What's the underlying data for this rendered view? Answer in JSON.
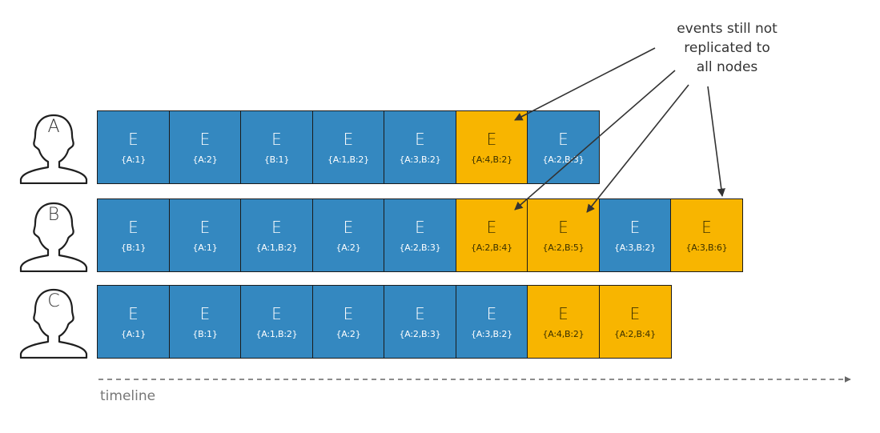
{
  "callout": {
    "lines": [
      "events still not",
      "replicated to",
      "all nodes"
    ]
  },
  "timeline_label": "timeline",
  "colors": {
    "synced": "#3488c0",
    "unreplicated": "#f8b500"
  },
  "nodes": [
    {
      "label": "A",
      "events": [
        {
          "letter": "E",
          "clock": "{A:1}",
          "state": "synced"
        },
        {
          "letter": "E",
          "clock": "{A:2}",
          "state": "synced"
        },
        {
          "letter": "E",
          "clock": "{B:1}",
          "state": "synced"
        },
        {
          "letter": "E",
          "clock": "{A:1,B:2}",
          "state": "synced"
        },
        {
          "letter": "E",
          "clock": "{A:3,B:2}",
          "state": "synced"
        },
        {
          "letter": "E",
          "clock": "{A:4,B:2}",
          "state": "unreplicated"
        },
        {
          "letter": "E",
          "clock": "{A:2,B:3}",
          "state": "synced"
        }
      ]
    },
    {
      "label": "B",
      "events": [
        {
          "letter": "E",
          "clock": "{B:1}",
          "state": "synced"
        },
        {
          "letter": "E",
          "clock": "{A:1}",
          "state": "synced"
        },
        {
          "letter": "E",
          "clock": "{A:1,B:2}",
          "state": "synced"
        },
        {
          "letter": "E",
          "clock": "{A:2}",
          "state": "synced"
        },
        {
          "letter": "E",
          "clock": "{A:2,B:3}",
          "state": "synced"
        },
        {
          "letter": "E",
          "clock": "{A:2,B:4}",
          "state": "unreplicated"
        },
        {
          "letter": "E",
          "clock": "{A:2,B:5}",
          "state": "unreplicated"
        },
        {
          "letter": "E",
          "clock": "{A:3,B:2}",
          "state": "synced"
        },
        {
          "letter": "E",
          "clock": "{A:3,B:6}",
          "state": "unreplicated"
        }
      ]
    },
    {
      "label": "C",
      "events": [
        {
          "letter": "E",
          "clock": "{A:1}",
          "state": "synced"
        },
        {
          "letter": "E",
          "clock": "{B:1}",
          "state": "synced"
        },
        {
          "letter": "E",
          "clock": "{A:1,B:2}",
          "state": "synced"
        },
        {
          "letter": "E",
          "clock": "{A:2}",
          "state": "synced"
        },
        {
          "letter": "E",
          "clock": "{A:2,B:3}",
          "state": "synced"
        },
        {
          "letter": "E",
          "clock": "{A:3,B:2}",
          "state": "synced"
        },
        {
          "letter": "E",
          "clock": "{A:4,B:2}",
          "state": "unreplicated"
        },
        {
          "letter": "E",
          "clock": "{A:2,B:4}",
          "state": "unreplicated"
        }
      ]
    }
  ]
}
